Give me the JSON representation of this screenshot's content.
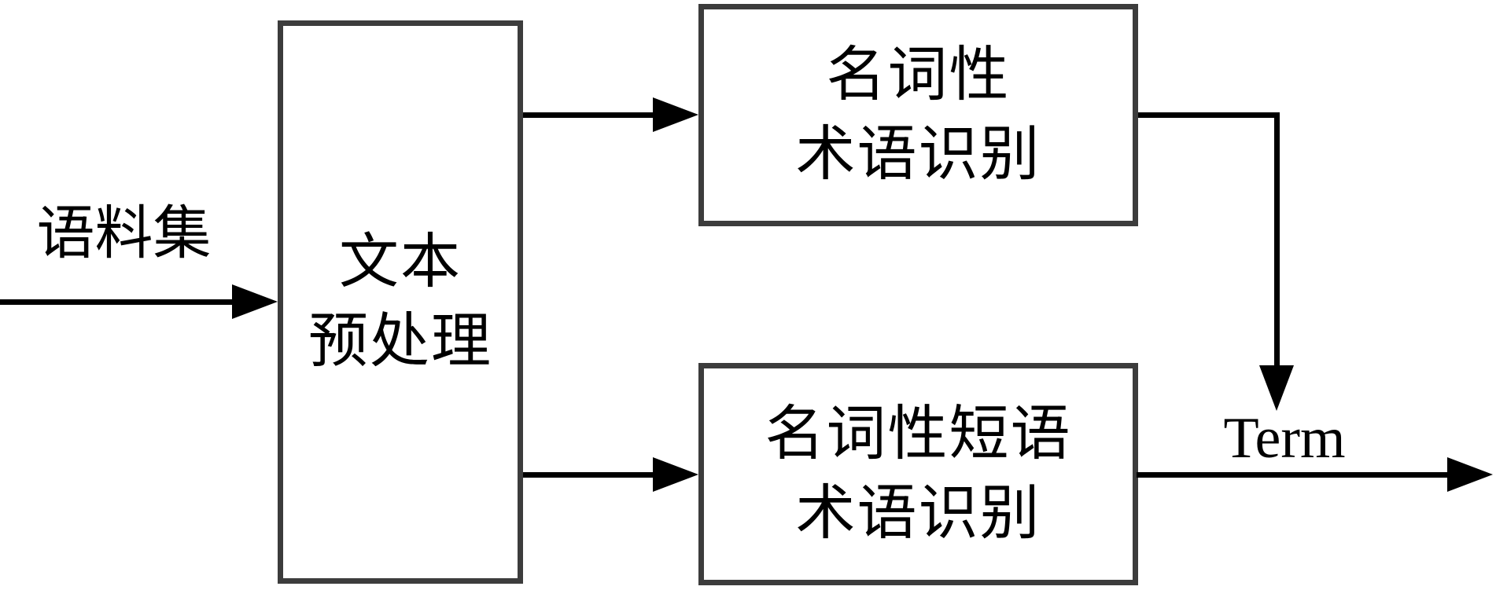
{
  "diagram": {
    "type": "flowchart",
    "background": "#ffffff",
    "colors": {
      "box_border": "#3c3c3c",
      "arrow": "#000000",
      "text": "#000000"
    },
    "nodes": {
      "corpus_label": "语料集",
      "preprocess": {
        "line1": "文本",
        "line2": "预处理"
      },
      "noun_term": {
        "line1": "名词性",
        "line2": "术语识别"
      },
      "noun_phrase_term": {
        "line1": "名词性短语",
        "line2": "术语识别"
      },
      "term_label": "Term"
    },
    "edges": [
      {
        "from": "corpus-input",
        "to": "preprocess",
        "label": "语料集"
      },
      {
        "from": "preprocess",
        "to": "noun_term"
      },
      {
        "from": "preprocess",
        "to": "noun_phrase_term"
      },
      {
        "from": "noun_term",
        "to": "term-output"
      },
      {
        "from": "noun_phrase_term",
        "to": "term-output",
        "label": "Term"
      }
    ]
  }
}
